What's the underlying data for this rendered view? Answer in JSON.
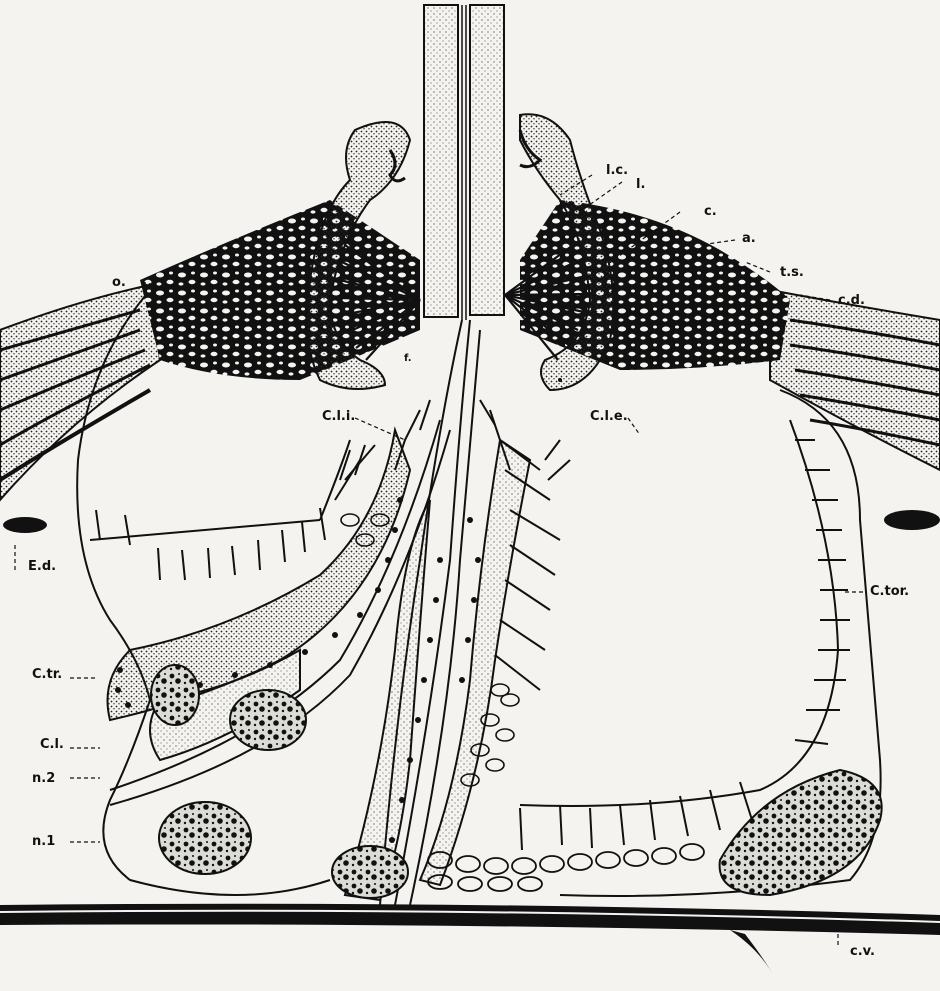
{
  "labels": {
    "o": "o.",
    "lc": "l.c.",
    "l": "l.",
    "c": "c.",
    "a": "a.",
    "ts": "t.s.",
    "cd": "c.d.",
    "f": "f.",
    "cli": "C.l.i.",
    "cle": "C.l.e.",
    "ed": "E.d.",
    "ctor": "C.tor.",
    "ctr": "C.tr.",
    "cl": "C.l.",
    "n2": "n.2",
    "n1": "n.1",
    "cv": "c.v."
  }
}
